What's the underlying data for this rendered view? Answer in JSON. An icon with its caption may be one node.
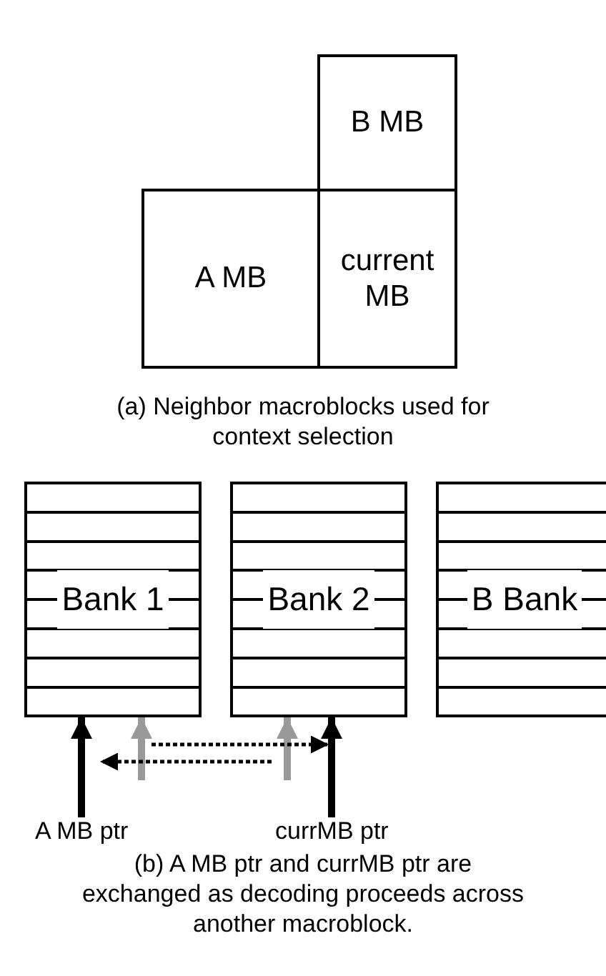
{
  "diagram": {
    "nodes": [
      {
        "text": [
          "B MB"
        ]
      },
      {
        "text": [
          "A MB"
        ]
      },
      {
        "text": [
          "current MB"
        ]
      },
      {
        "text": [
          "Bank 1"
        ]
      },
      {
        "text": [
          "Bank 2"
        ]
      },
      {
        "text": [
          "B Bank"
        ]
      },
      {
        "text": [
          "A MB ptr"
        ]
      },
      {
        "text": [
          "currMB ptr"
        ]
      }
    ],
    "edges": [
      {
        "from": 6,
        "to": 3,
        "arrow": "to"
      },
      {
        "from": null,
        "to": 3,
        "arrow": "to",
        "color": "#999999"
      },
      {
        "from": null,
        "to": 4,
        "arrow": "to",
        "color": "#999999"
      },
      {
        "from": 7,
        "to": 4,
        "arrow": "to"
      }
    ],
    "labels": [
      "(a) Neighbor macroblocks used for context selection",
      "(b) A MB ptr and currMB ptr are exchanged as decoding proceeds across another macroblock."
    ]
  }
}
